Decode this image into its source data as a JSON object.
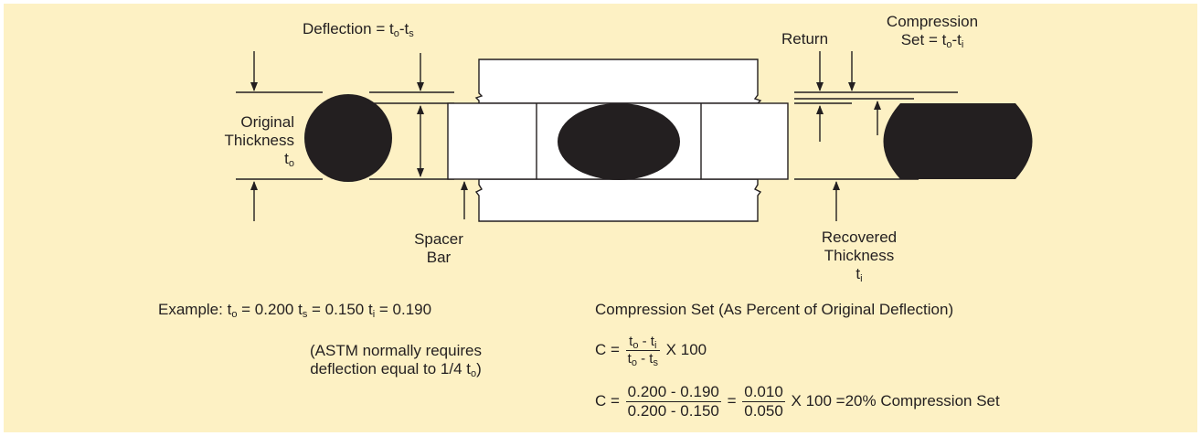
{
  "labels": {
    "deflection": "Deflection = t",
    "deflection_o": "o",
    "deflection_dash": "-t",
    "deflection_s": "s",
    "original_line1": "Original",
    "original_line2": "Thickness",
    "original_t": "t",
    "original_sub": "o",
    "spacer_line1": "Spacer",
    "spacer_line2": "Bar",
    "return": "Return",
    "compression_line1": "Compression",
    "compression_line2": "Set = t",
    "compression_o": "o",
    "compression_dash": "-t",
    "compression_i": "i",
    "recovered_line1": "Recovered",
    "recovered_line2": "Thickness",
    "recovered_t": "t",
    "recovered_sub": "i"
  },
  "example": {
    "prefix": "Example: t",
    "to_sub": "o",
    "to_val": " = 0.200 t",
    "ts_sub": "s",
    "ts_val": " = 0.150 t",
    "ti_sub": "i",
    "ti_val": " = 0.190"
  },
  "astm": {
    "line1": "(ASTM normally requires",
    "line2": "deflection equal to 1/4 t",
    "line2_sub": "o",
    "line2_end": ")"
  },
  "formula": {
    "heading": "Compression Set (As Percent of Original Deflection)",
    "c_eq": "C = ",
    "num_t1": "t",
    "num_s1": "o",
    "num_mid": " - t",
    "num_s2": "i",
    "den_t1": "t",
    "den_s1": "o",
    "den_mid": " - t",
    "den_s2": "s",
    "x100": " X 100",
    "line2_c": "C = ",
    "line2_num": "0.200 - 0.190",
    "line2_den": "0.200 - 0.150",
    "line2_eq": " = ",
    "line2_num2": "0.010",
    "line2_den2": "0.050",
    "line2_end": " X 100 =20% Compression Set"
  },
  "colors": {
    "background": "#fdf1c4",
    "ink": "#231f20",
    "fill_white": "#ffffff"
  }
}
